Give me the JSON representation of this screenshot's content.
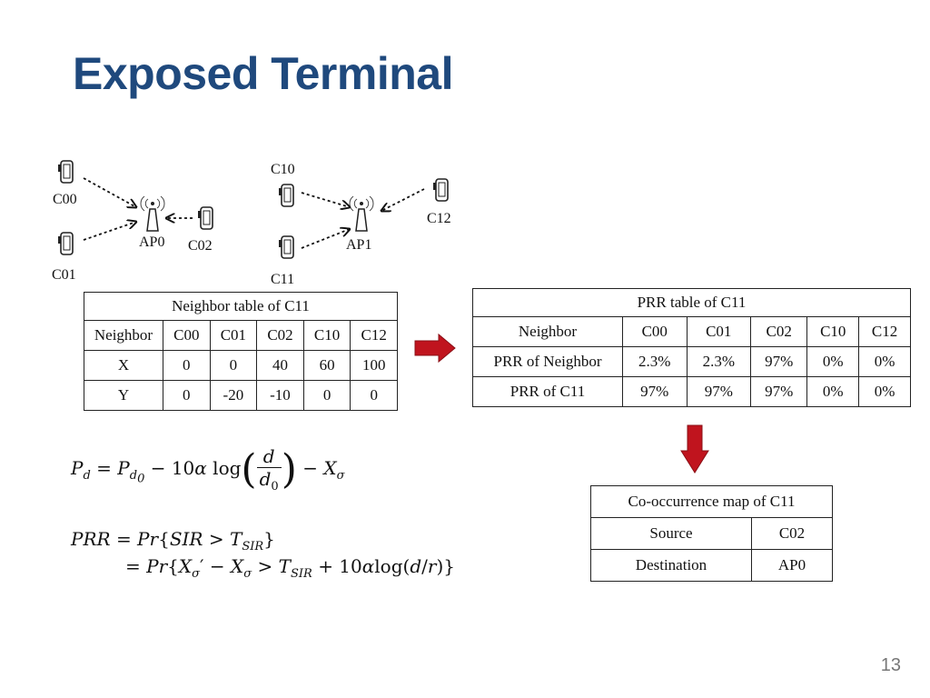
{
  "title": "Exposed Terminal",
  "page_number": "13",
  "diagram": {
    "nodes": {
      "c00": "C00",
      "c01": "C01",
      "c02": "C02",
      "ap0": "AP0",
      "c10": "C10",
      "c11": "C11",
      "c12": "C12",
      "ap1": "AP1"
    }
  },
  "neighbor_table": {
    "caption": "Neighbor table of C11",
    "header": [
      "Neighbor",
      "C00",
      "C01",
      "C02",
      "C10",
      "C12"
    ],
    "rows": [
      [
        "X",
        "0",
        "0",
        "40",
        "60",
        "100"
      ],
      [
        "Y",
        "0",
        "-20",
        "-10",
        "0",
        "0"
      ]
    ]
  },
  "prr_table": {
    "caption": "PRR table of C11",
    "header": [
      "Neighbor",
      "C00",
      "C01",
      "C02",
      "C10",
      "C12"
    ],
    "rows": [
      [
        "PRR of Neighbor",
        "2.3%",
        "2.3%",
        "97%",
        "0%",
        "0%"
      ],
      [
        "PRR of C11",
        "97%",
        "97%",
        "97%",
        "0%",
        "0%"
      ]
    ]
  },
  "cooccurrence_table": {
    "caption": "Co-occurrence map of C11",
    "rows": [
      [
        "Source",
        "C02"
      ],
      [
        "Destination",
        "AP0"
      ]
    ]
  },
  "colors": {
    "title": "#1f497d",
    "arrow": "#c0141e"
  }
}
